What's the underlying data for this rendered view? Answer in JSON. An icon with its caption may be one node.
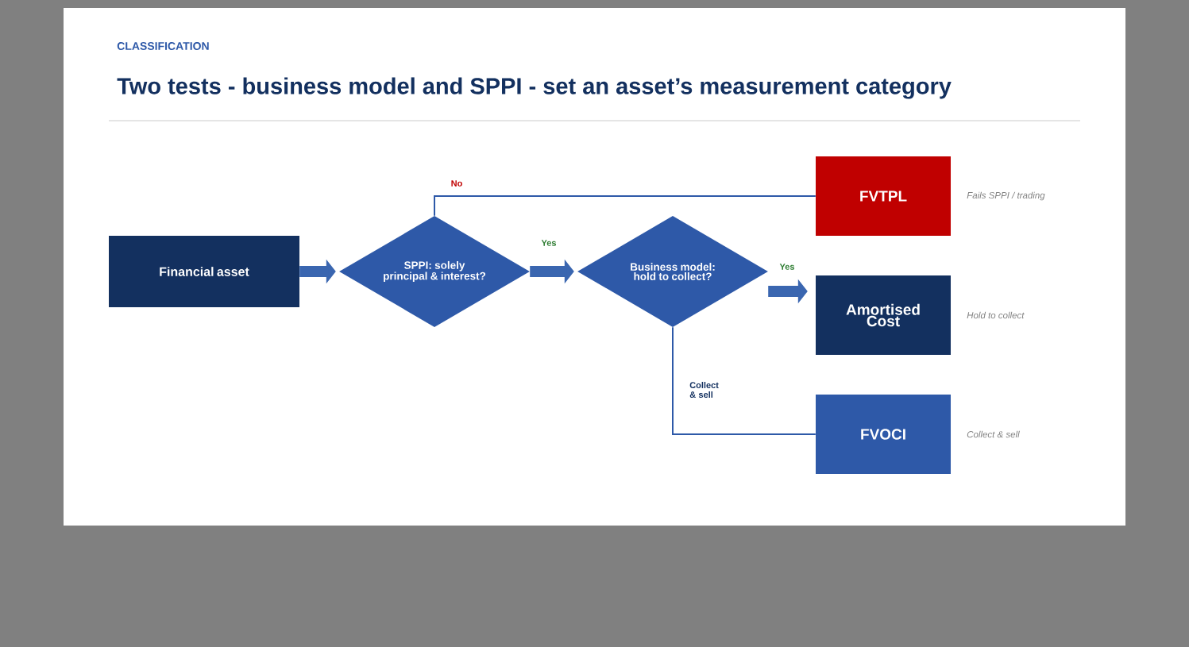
{
  "diagram": {
    "title": "Two tests - business model and SPPI - set an asset’s measurement category",
    "nodes": [
      {
        "text": [
          "Financial asset"
        ]
      },
      {
        "text": [
          "SPPI: solely principal & interest?"
        ]
      },
      {
        "text": [
          "Business model: hold to collect?"
        ]
      },
      {
        "text": [
          "FVTPL"
        ],
        "beside": [
          "Fails SPPI / trading"
        ]
      },
      {
        "text": [
          "Amortised Cost"
        ],
        "beside": [
          "Hold to collect"
        ]
      },
      {
        "text": [
          "FVOCI"
        ],
        "beside": [
          "Collect & sell"
        ]
      }
    ],
    "edges": [
      {
        "from": 0,
        "to": 1,
        "arrow": "to"
      },
      {
        "from": 1,
        "to": 2,
        "arrow": "to",
        "label": "Yes"
      },
      {
        "from": 2,
        "to": 4,
        "arrow": "to",
        "label": "Yes"
      },
      {
        "from": 1,
        "to": 3,
        "arrow": "none",
        "label": "No"
      },
      {
        "from": 2,
        "to": 5,
        "arrow": "none",
        "label": "Collect & sell"
      }
    ],
    "labels": [
      "CLASSIFICATION"
    ]
  }
}
